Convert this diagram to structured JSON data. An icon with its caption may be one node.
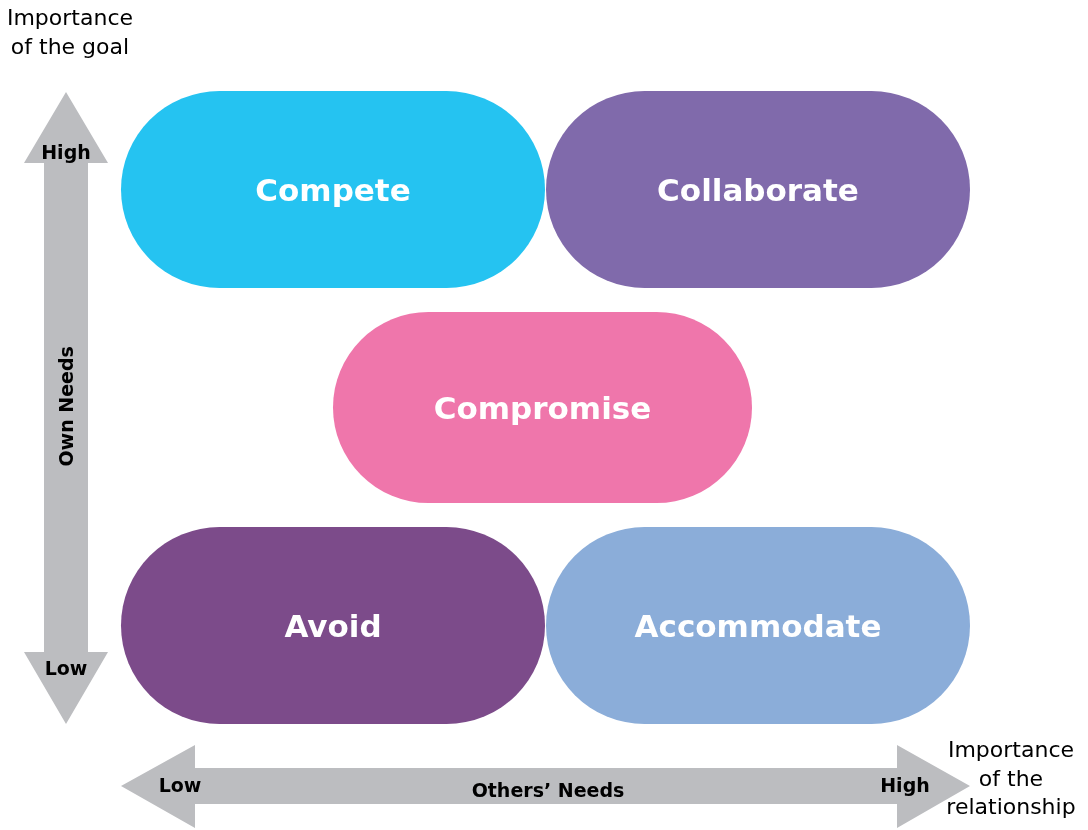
{
  "diagram": {
    "nodes": [
      {
        "text": [
          "Compete"
        ]
      },
      {
        "text": [
          "Collaborate"
        ]
      },
      {
        "text": [
          "Compromise"
        ]
      },
      {
        "text": [
          "Avoid"
        ]
      },
      {
        "text": [
          "Accommodate"
        ]
      }
    ],
    "labels": [
      "Importance of the goal",
      "High",
      "Own Needs",
      "Low",
      "Low",
      "Others’ Needs",
      "High",
      "Importance of the relationship"
    ]
  }
}
